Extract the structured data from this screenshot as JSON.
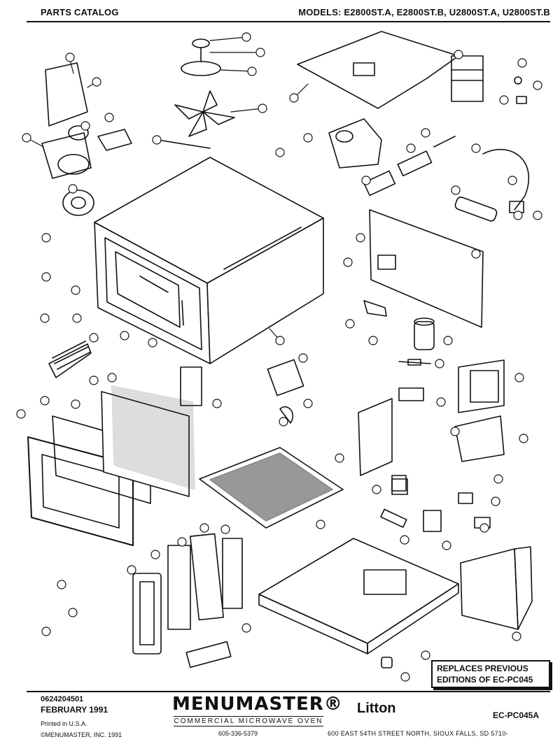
{
  "header": {
    "catalog_label": "PARTS CATALOG",
    "models_label": "MODELS: E2800ST.A, E2800ST.B, U2800ST.A, U2800ST.B"
  },
  "diagram": {
    "subject": "exploded view parts diagram",
    "callouts_legible": false
  },
  "notice": {
    "line1": "REPLACES PREVIOUS",
    "line2": "EDITIONS OF EC-PC045"
  },
  "footer": {
    "part_code": "0624204501",
    "date": "FEBRUARY 1991",
    "printed": "Printed in U.S.A.",
    "copyright": "©MENUMASTER, INC. 1991",
    "brand": "MENUMASTER®",
    "tagline": "COMMERCIAL MICROWAVE OVEN",
    "phone": "605-336-5379",
    "company": "Litton",
    "form_number": "EC-PC045A",
    "address": "600 EAST 54TH STREET NORTH, SIOUX FALLS, SD 5710-"
  }
}
